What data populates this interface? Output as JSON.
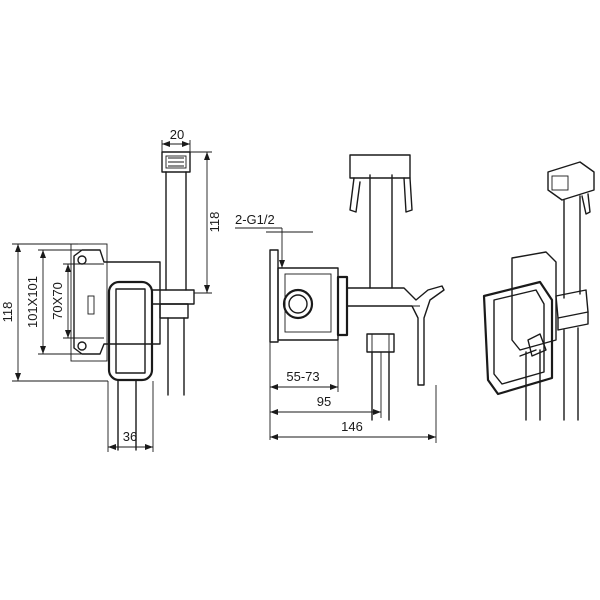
{
  "dimensions": {
    "front_total_height": "118",
    "front_plate_size": "101X101",
    "front_box_size": "70X70",
    "front_depth": "36",
    "handshower_width": "20",
    "handshower_height": "118",
    "thread": "2-G1/2",
    "wall_range": "55-73",
    "outlet_distance": "95",
    "total_length": "146"
  }
}
